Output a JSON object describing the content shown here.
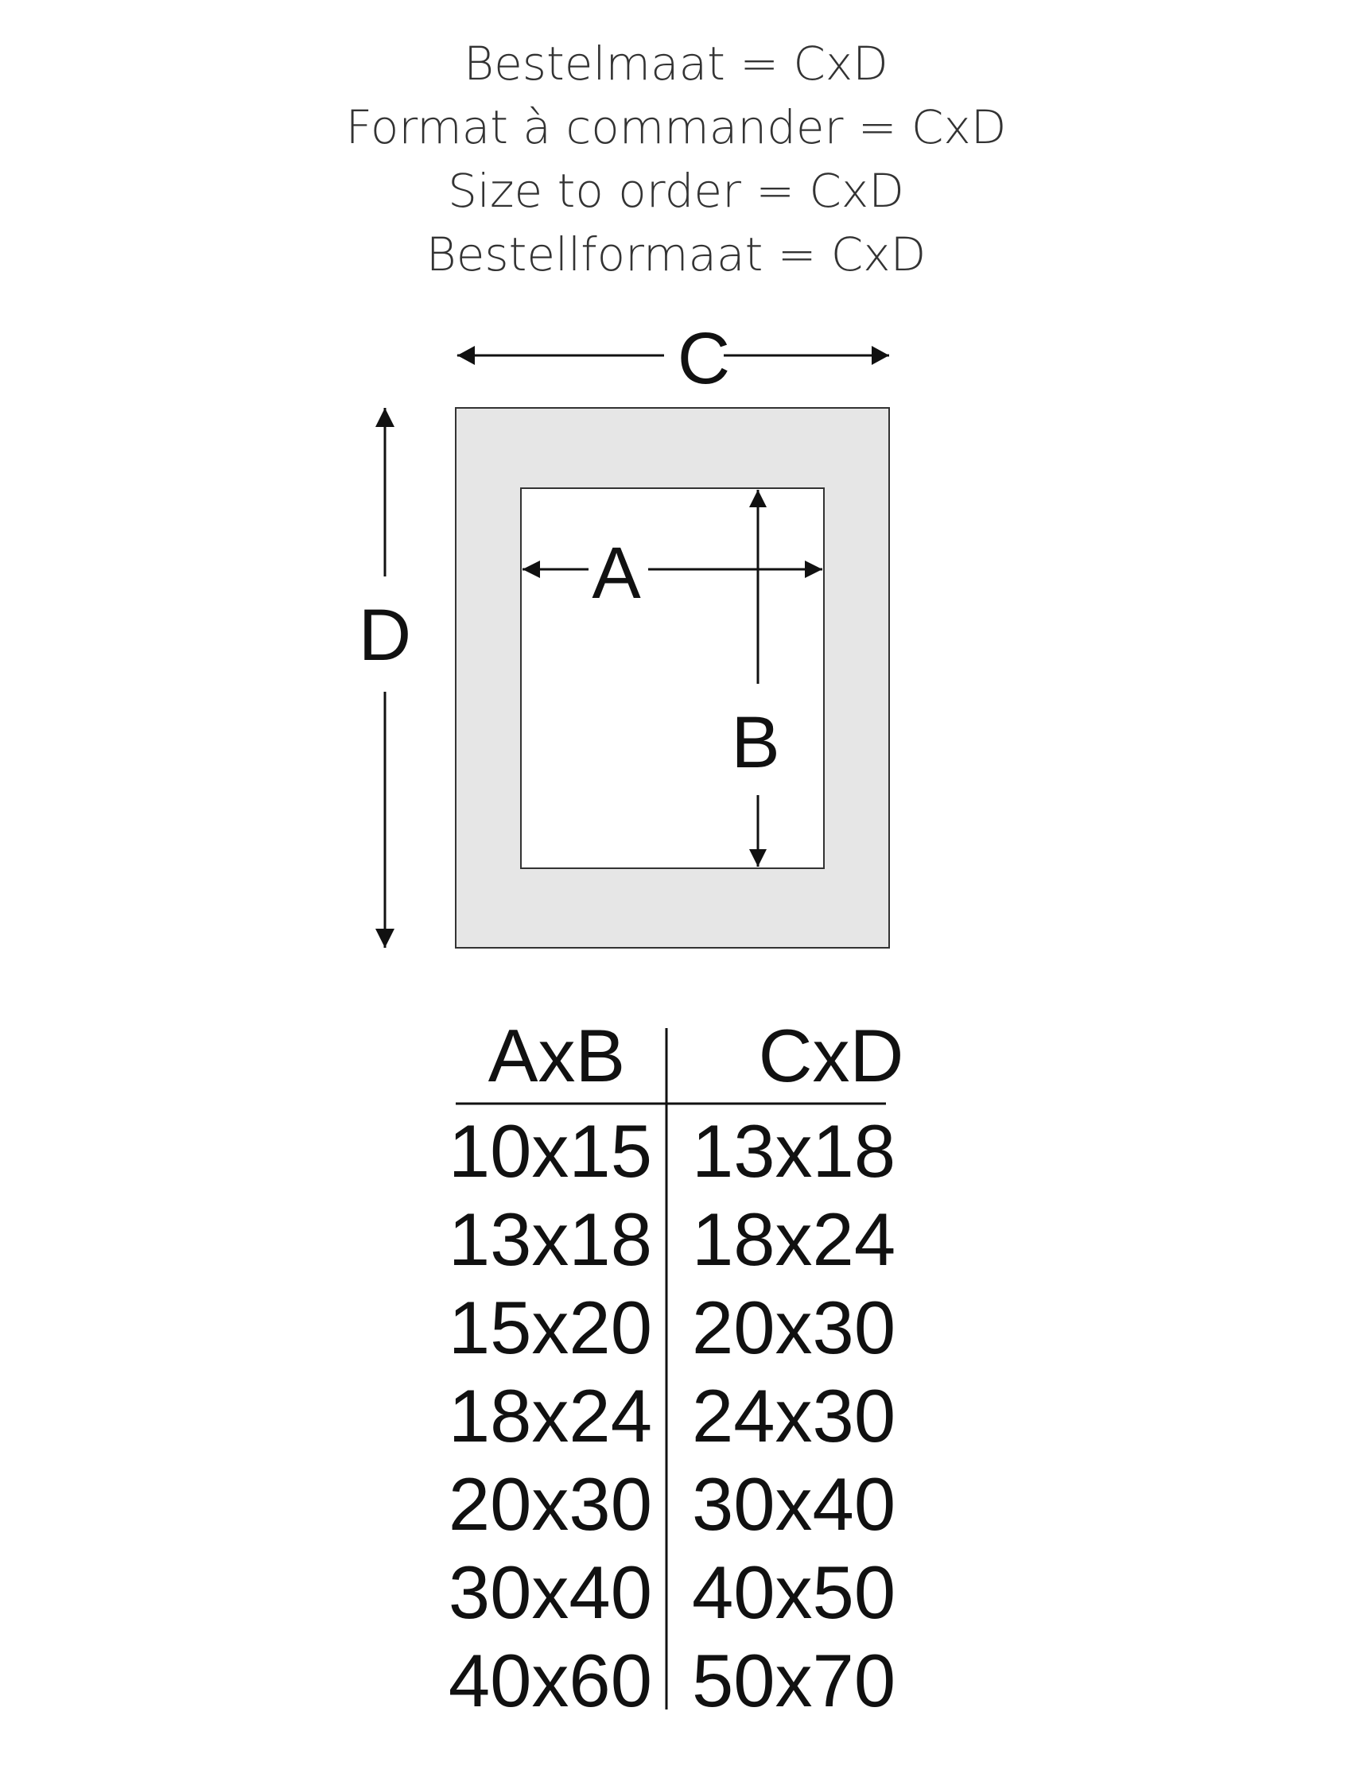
{
  "headings": [
    "Bestelmaat = CxD",
    "Format à commander = CxD",
    "Size to order = CxD",
    "Bestellformaat = CxD"
  ],
  "diagram": {
    "labels": {
      "c": "C",
      "d": "D",
      "a": "A",
      "b": "B"
    },
    "colors": {
      "mat": "#e6e6e6",
      "stroke": "#333333",
      "opening": "#ffffff",
      "arrow": "#111111"
    }
  },
  "table": {
    "headers": [
      "AxB",
      "CxD"
    ],
    "rows": [
      [
        "10x15",
        "13x18"
      ],
      [
        "13x18",
        "18x24"
      ],
      [
        "15x20",
        "20x30"
      ],
      [
        "18x24",
        "24x30"
      ],
      [
        "20x30",
        "30x40"
      ],
      [
        "30x40",
        "40x50"
      ],
      [
        "40x60",
        "50x70"
      ]
    ]
  }
}
